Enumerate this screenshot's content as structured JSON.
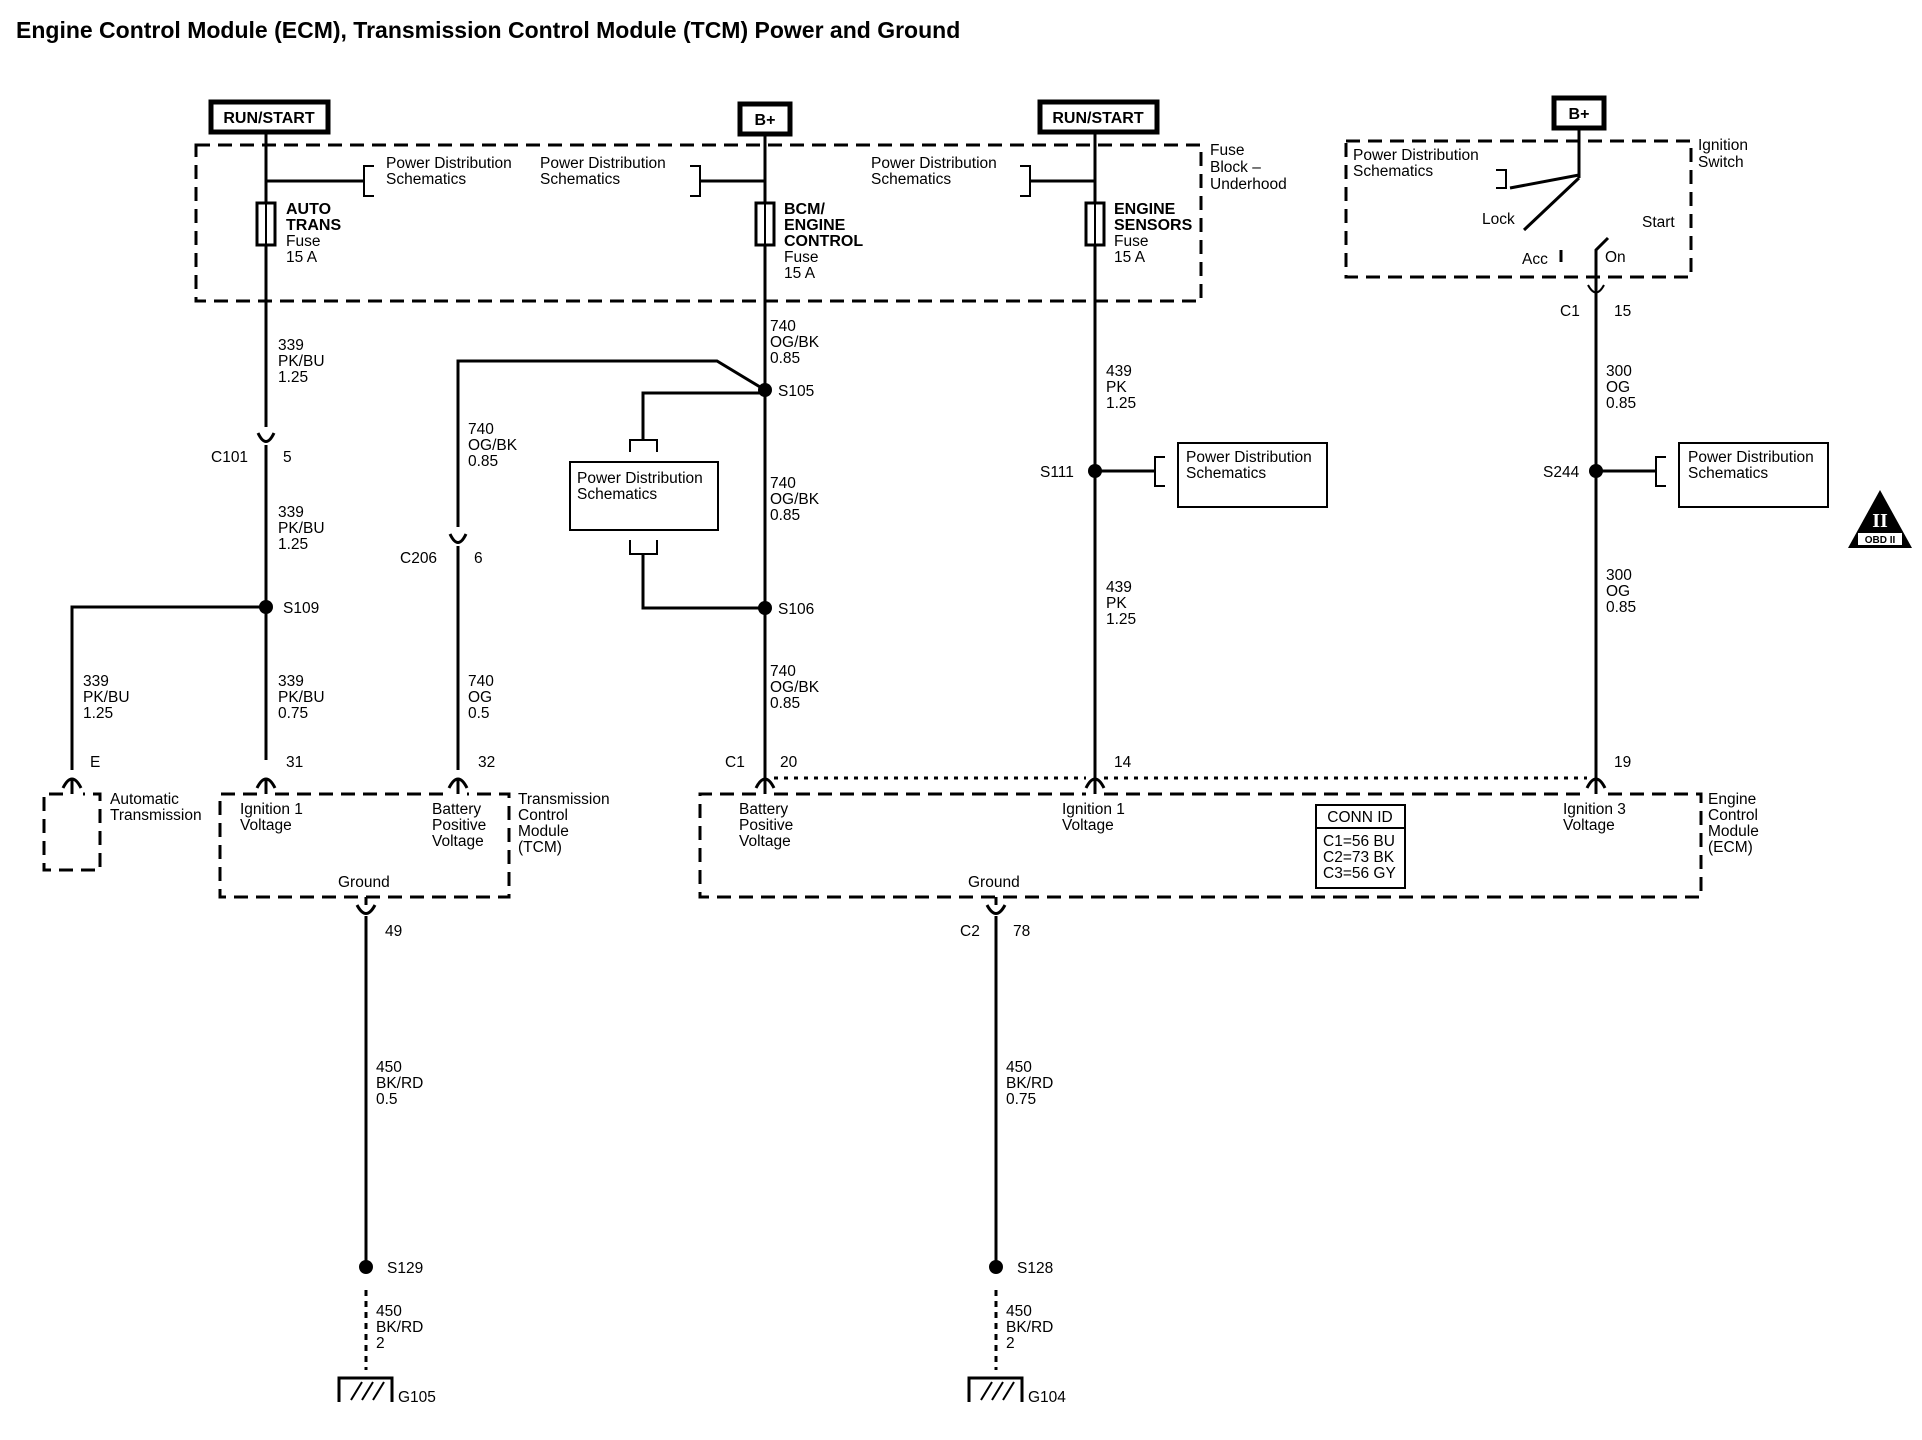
{
  "title": "Engine Control Module (ECM), Transmission Control Module (TCM) Power and Ground",
  "power_labels": {
    "run_start": "RUN/START",
    "b_plus": "B+"
  },
  "ref": {
    "power_distribution_1": "Power Distribution",
    "power_distribution_2": "Schematics"
  },
  "fuse_block": {
    "line1": "Fuse",
    "line2": "Block –",
    "line3": "Underhood"
  },
  "ignition_switch": {
    "line1": "Ignition",
    "line2": "Switch",
    "lock": "Lock",
    "acc": "Acc",
    "on": "On",
    "start": "Start",
    "connector": "C1",
    "pin": "15"
  },
  "fuses": {
    "auto_trans": [
      "AUTO",
      "TRANS",
      "Fuse",
      "15 A"
    ],
    "bcm_engine": [
      "BCM/",
      "ENGINE",
      "CONTROL",
      "Fuse",
      "15 A"
    ],
    "engine_sensors": [
      "ENGINE",
      "SENSORS",
      "Fuse",
      "15 A"
    ]
  },
  "wires": {
    "w339_a": [
      "339",
      "PK/BU",
      "1.25"
    ],
    "w339_b": [
      "339",
      "PK/BU",
      "1.25"
    ],
    "w339_c": [
      "339",
      "PK/BU",
      "1.25"
    ],
    "w339_d": [
      "339",
      "PK/BU",
      "0.75"
    ],
    "w740_a": [
      "740",
      "OG/BK",
      "0.85"
    ],
    "w740_b": [
      "740",
      "OG/BK",
      "0.85"
    ],
    "w740_c": [
      "740",
      "OG/BK",
      "0.85"
    ],
    "w740_d": [
      "740",
      "OG/BK",
      "0.85"
    ],
    "w740_e": [
      "740",
      "OG",
      "0.5"
    ],
    "w439_a": [
      "439",
      "PK",
      "1.25"
    ],
    "w439_b": [
      "439",
      "PK",
      "1.25"
    ],
    "w300_a": [
      "300",
      "OG",
      "0.85"
    ],
    "w300_b": [
      "300",
      "OG",
      "0.85"
    ],
    "w450_a": [
      "450",
      "BK/RD",
      "0.5"
    ],
    "w450_b": [
      "450",
      "BK/RD",
      "2"
    ],
    "w450_c": [
      "450",
      "BK/RD",
      "0.75"
    ],
    "w450_d": [
      "450",
      "BK/RD",
      "2"
    ]
  },
  "splices": {
    "s105": "S105",
    "s106": "S106",
    "s109": "S109",
    "s111": "S111",
    "s244": "S244",
    "s128": "S128",
    "s129": "S129"
  },
  "connectors": {
    "c101": "C101",
    "c101_pin": "5",
    "c206": "C206",
    "c206_pin": "6",
    "e_pin": "E",
    "tcm_pin31": "31",
    "tcm_pin32": "32",
    "tcm_pin49": "49",
    "ecm_c1": "C1",
    "ecm_pin20": "20",
    "ecm_pin14": "14",
    "ecm_pin19": "19",
    "ecm_c2": "C2",
    "ecm_pin78": "78"
  },
  "grounds": {
    "g105": "G105",
    "g104": "G104"
  },
  "auto_trans": {
    "line1": "Automatic",
    "line2": "Transmission"
  },
  "tcm": {
    "name": [
      "Transmission",
      "Control",
      "Module",
      "(TCM)"
    ],
    "ign1": [
      "Ignition 1",
      "Voltage"
    ],
    "batt": [
      "Battery",
      "Positive",
      "Voltage"
    ],
    "ground": "Ground"
  },
  "ecm": {
    "name": [
      "Engine",
      "Control",
      "Module",
      "(ECM)"
    ],
    "batt": [
      "Battery",
      "Positive",
      "Voltage"
    ],
    "ign1": [
      "Ignition 1",
      "Voltage"
    ],
    "ign3": [
      "Ignition 3",
      "Voltage"
    ],
    "ground": "Ground",
    "conn_id": "CONN ID",
    "conn": [
      "C1=56 BU",
      "C2=73 BK",
      "C3=56 GY"
    ]
  },
  "obd": {
    "roman": "II",
    "text": "OBD II"
  }
}
